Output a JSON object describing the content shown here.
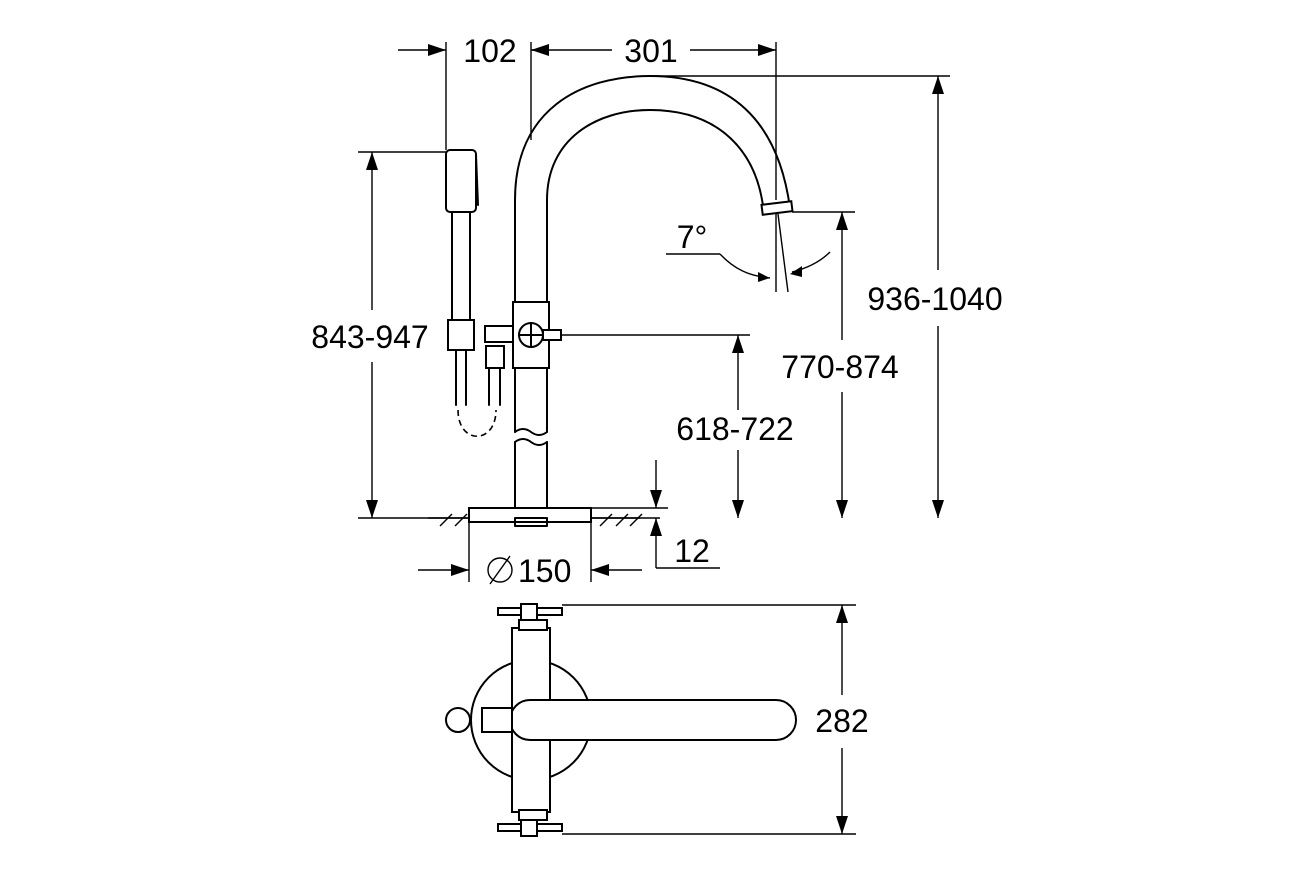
{
  "dimensions": {
    "handshower_offset": "102",
    "spout_reach": "301",
    "total_height": "936-1040",
    "spout_outlet_height": "770-874",
    "handshower_height": "843-947",
    "handle_height": "618-722",
    "spout_angle": "7°",
    "base_plate_thickness": "12",
    "base_diameter": "150",
    "top_view_depth": "282"
  }
}
